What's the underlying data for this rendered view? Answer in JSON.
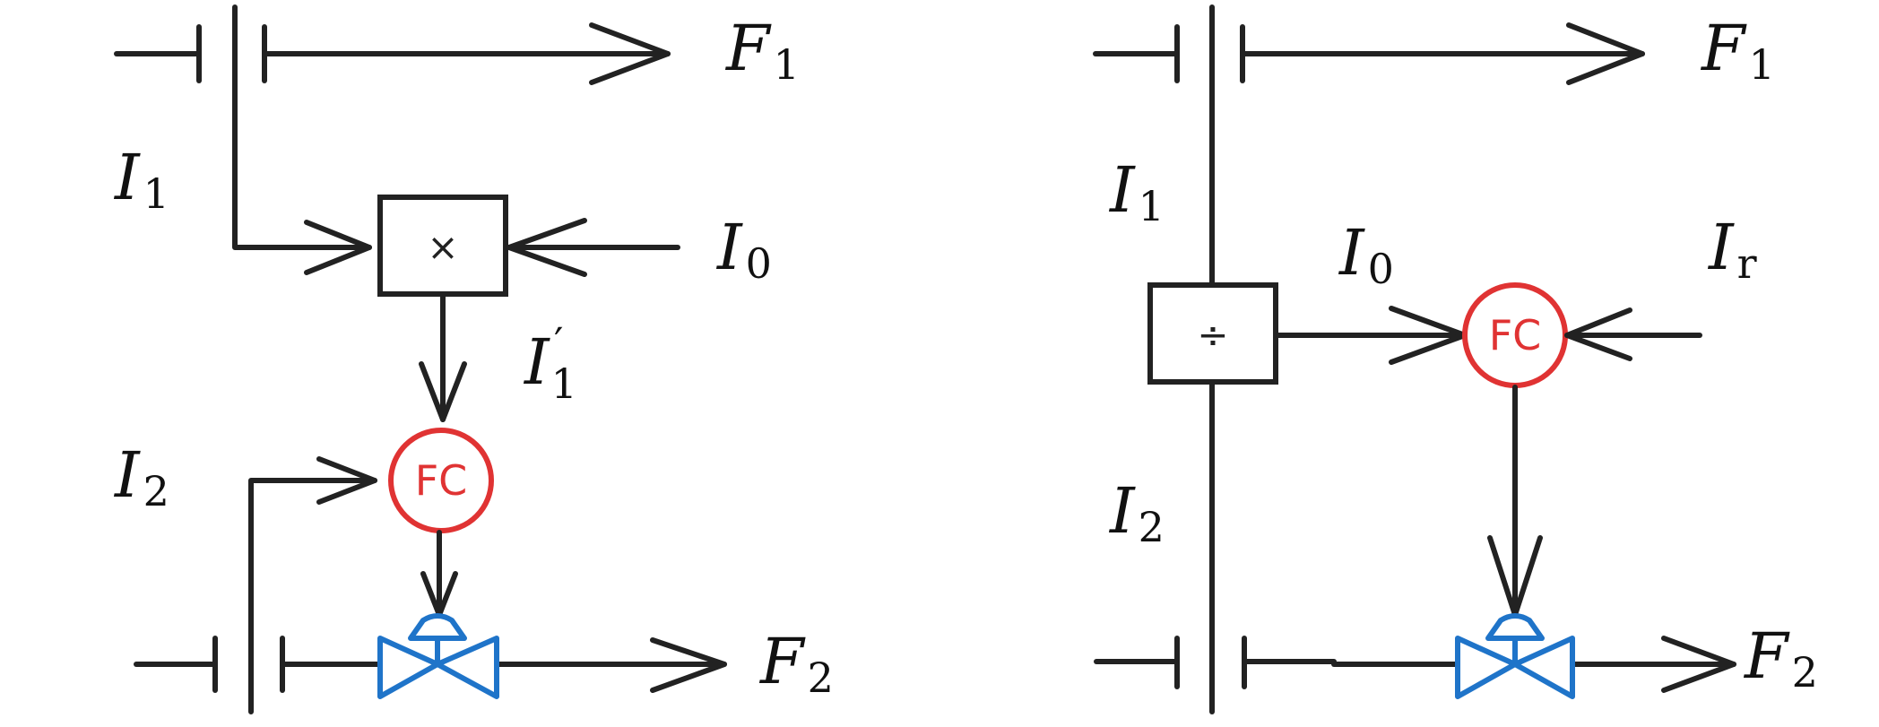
{
  "colors": {
    "line": "#222222",
    "controller": "#e03333",
    "valve": "#1f74c9"
  },
  "left_scheme": {
    "labels": {
      "F1": {
        "main": "F",
        "sub": "1"
      },
      "F2": {
        "main": "F",
        "sub": "2"
      },
      "I1": {
        "main": "I",
        "sub": "1"
      },
      "I2": {
        "main": "I",
        "sub": "2"
      },
      "I0": {
        "main": "I",
        "sub": "0"
      },
      "I1_prime": {
        "main": "I",
        "sub": "1",
        "sup": "′"
      }
    },
    "multiplier_symbol": "×",
    "controller_label": "FC"
  },
  "right_scheme": {
    "labels": {
      "F1": {
        "main": "F",
        "sub": "1"
      },
      "F2": {
        "main": "F",
        "sub": "2"
      },
      "I1": {
        "main": "I",
        "sub": "1"
      },
      "I2": {
        "main": "I",
        "sub": "2"
      },
      "I0": {
        "main": "I",
        "sub": "0"
      },
      "Ir": {
        "main": "I",
        "sub": "r"
      }
    },
    "divider_symbol": "÷",
    "controller_label": "FC"
  }
}
